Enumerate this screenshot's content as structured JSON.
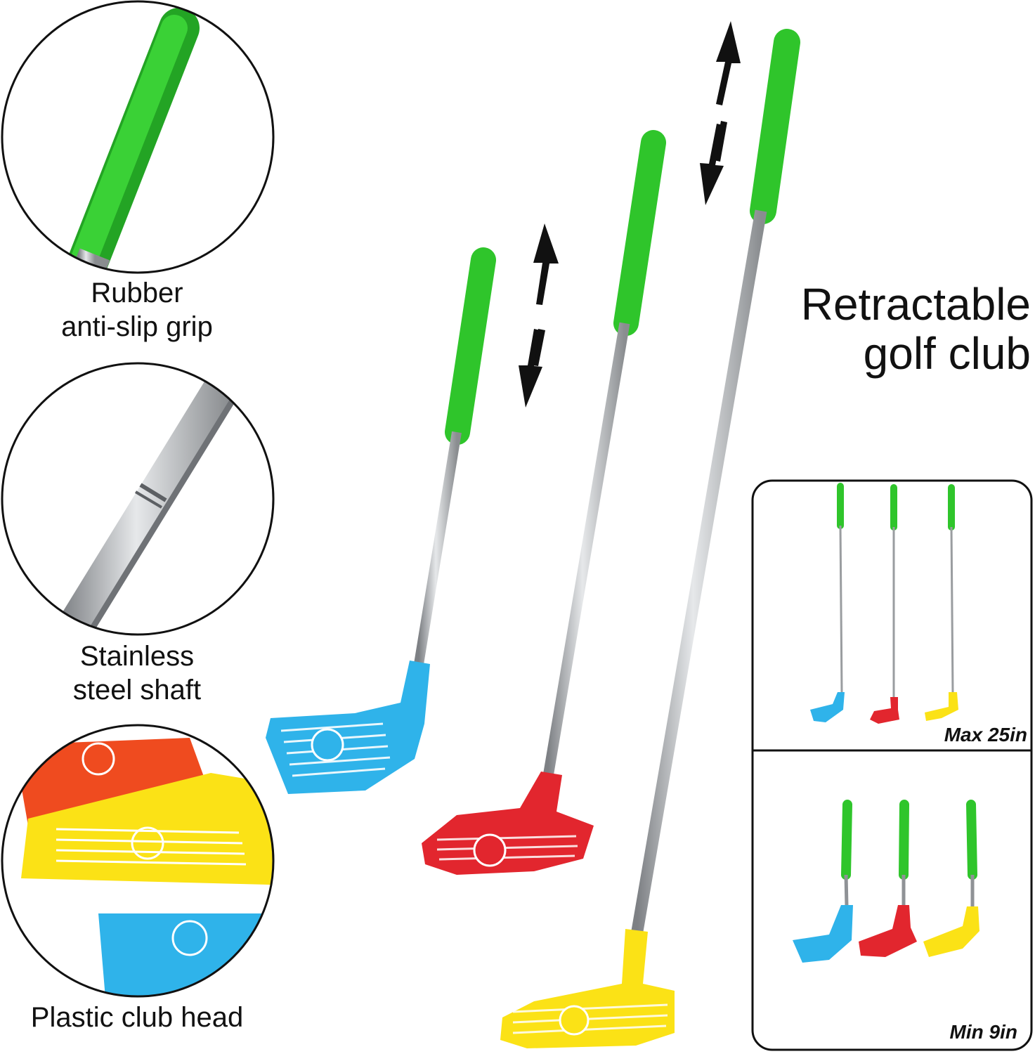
{
  "features": [
    {
      "line1": "Rubber",
      "line2": "anti-slip grip"
    },
    {
      "line1": "Stainless",
      "line2": "steel shaft"
    },
    {
      "line1": "Plastic club head",
      "line2": ""
    }
  ],
  "title": {
    "line1": "Retractable",
    "line2": "golf club"
  },
  "length_panels": [
    {
      "label": "Max 25in"
    },
    {
      "label": "Min 9in"
    }
  ],
  "colors": {
    "grip": "#2fc52b",
    "shaft": "#b9bcbf",
    "head_blue": "#2fb3ea",
    "head_red": "#e2262e",
    "head_yellow": "#fbe216",
    "head_orange": "#ef4b1f",
    "arrow": "#111111"
  }
}
